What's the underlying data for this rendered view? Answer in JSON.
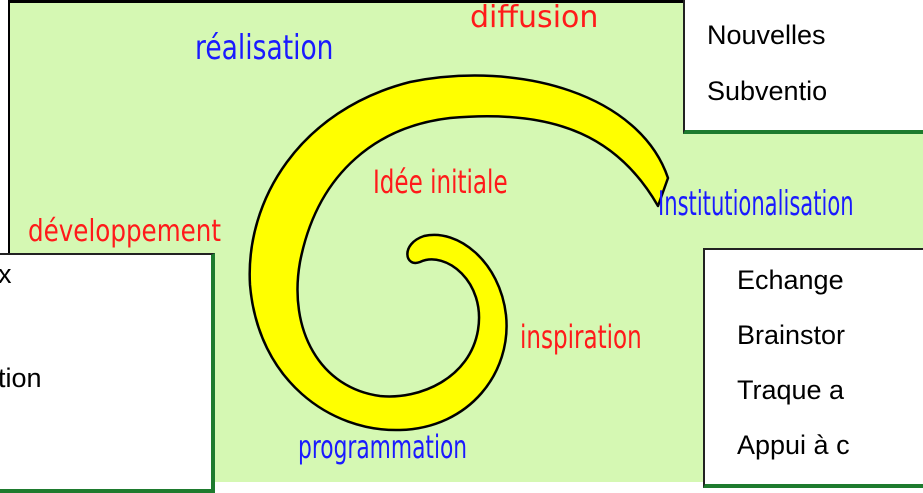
{
  "spiral_labels": {
    "realisation": "réalisation",
    "diffusion": "diffusion",
    "developpement": "développement",
    "idee_initiale": "Idée initiale",
    "institutionalisation": "Institutionalisation",
    "inspiration": "inspiration",
    "programmation": "programmation"
  },
  "box_top_right": {
    "lines": [
      "Nouvelles",
      "Subventio"
    ]
  },
  "box_bottom_left": {
    "lines": [
      "x",
      "",
      "tion"
    ]
  },
  "box_bottom_right": {
    "lines": [
      "Echange",
      "Brainstor",
      "Traque a",
      "Appui à c"
    ]
  },
  "colors": {
    "panel": "#d5f8b3",
    "spiral_fill": "#ffff00",
    "red_label": "#ff1a1a",
    "blue_label": "#1a1aff",
    "box_border": "#1e7b2e"
  }
}
